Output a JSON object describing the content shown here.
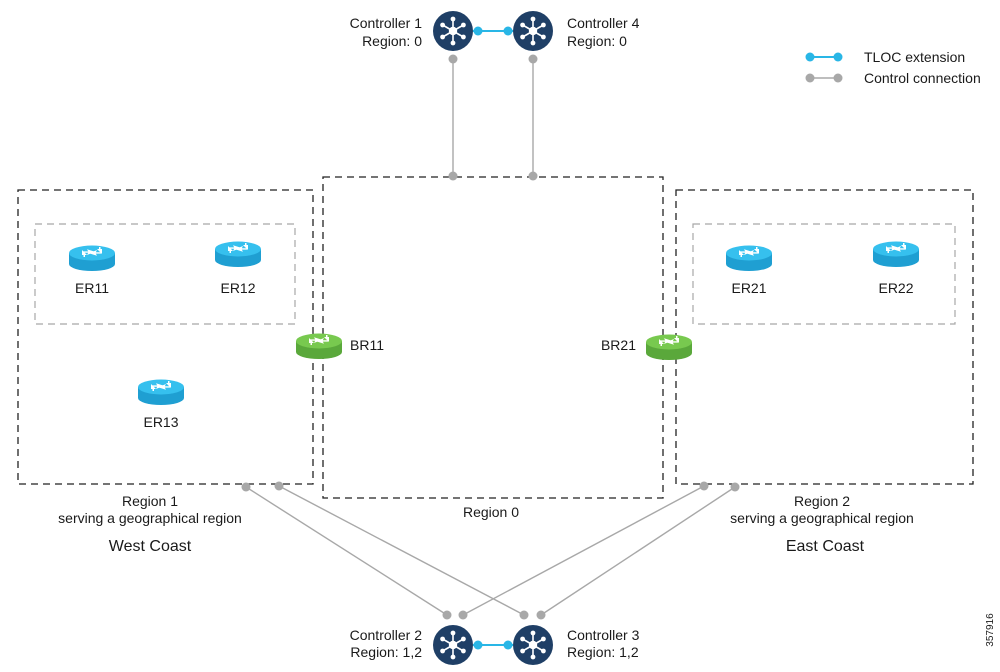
{
  "controllers": {
    "c1": {
      "name": "Controller 1",
      "region": "Region: 0"
    },
    "c4": {
      "name": "Controller 4",
      "region": "Region: 0"
    },
    "c2": {
      "name": "Controller 2",
      "region": "Region: 1,2"
    },
    "c3": {
      "name": "Controller 3",
      "region": "Region: 1,2"
    }
  },
  "legend": {
    "tloc_extension": "TLOC extension",
    "control_connection": "Control connection"
  },
  "routers": {
    "er11": "ER11",
    "er12": "ER12",
    "er13": "ER13",
    "er21": "ER21",
    "er22": "ER22",
    "br11": "BR11",
    "br21": "BR21"
  },
  "regions": {
    "region1": {
      "title": "Region 1",
      "subtitle": "serving a geographical region",
      "area": "West Coast"
    },
    "region0": {
      "title": "Region 0"
    },
    "region2": {
      "title": "Region 2",
      "subtitle": "serving a geographical region",
      "area": "East Coast"
    }
  },
  "figure_id": "357916",
  "colors": {
    "controller": "#1f3f66",
    "edge_router": "#2cb7e8",
    "border_router": "#6cc04a",
    "tloc": "#29b6e6",
    "control": "#a8a8a8"
  }
}
